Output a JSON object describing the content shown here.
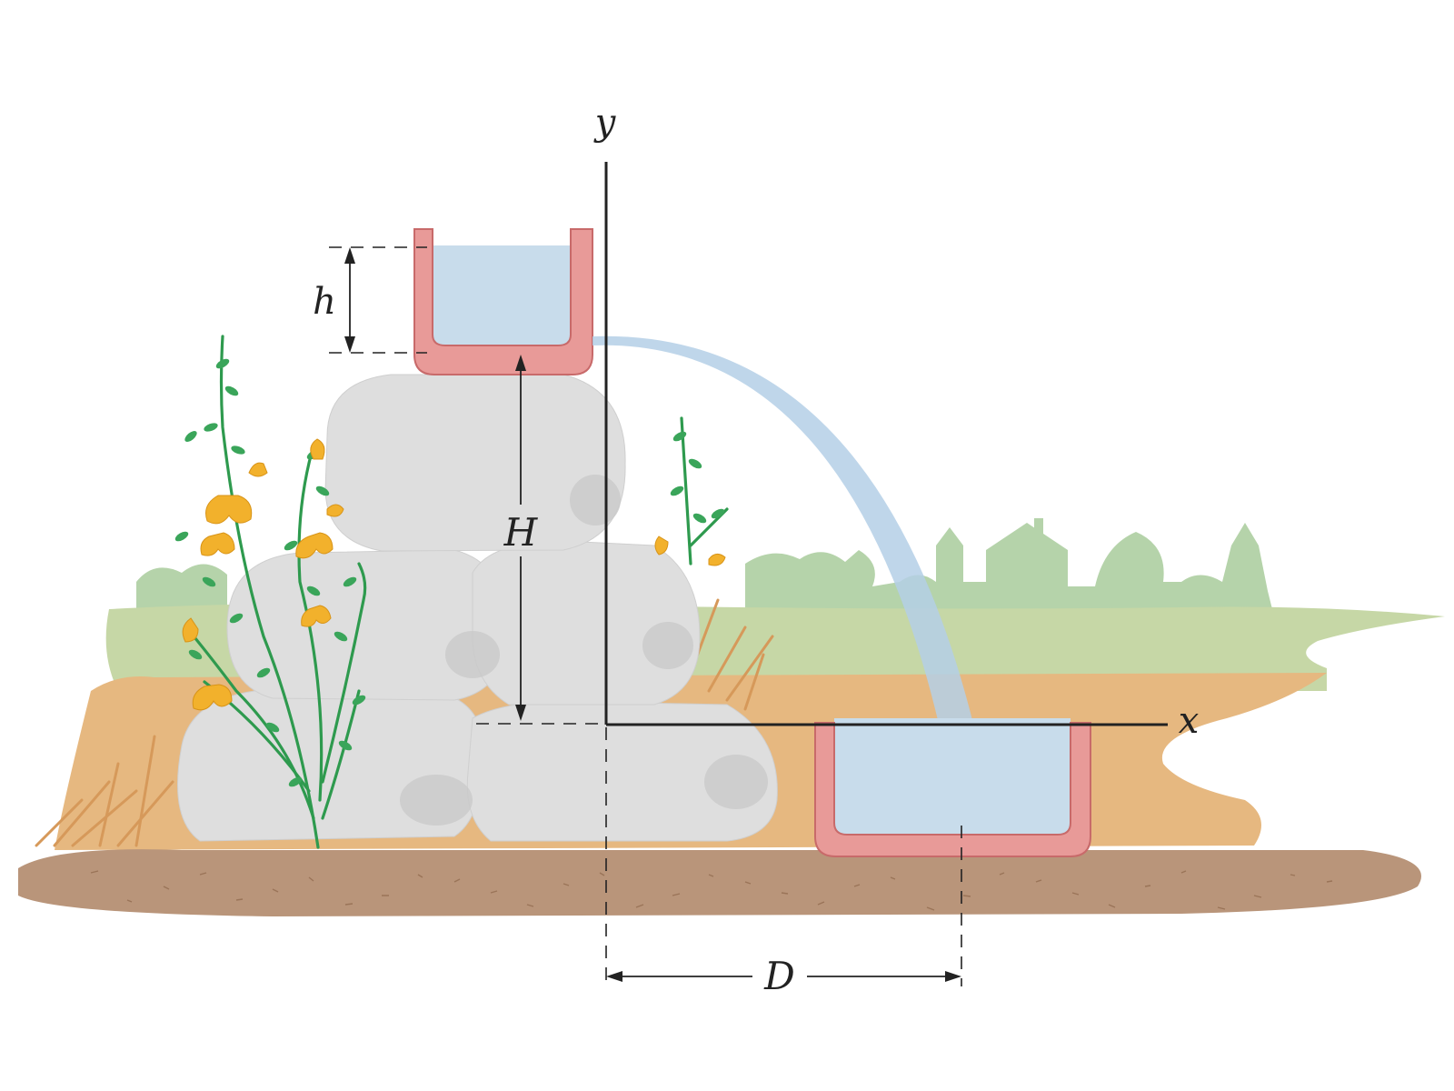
{
  "diagram": {
    "labels": {
      "y_axis": "y",
      "x_axis": "x",
      "tank_depth": "h",
      "drop_height": "H",
      "range": "D"
    },
    "colors": {
      "tank_wall": "#e89a98",
      "tank_wall_edge": "#c86a6a",
      "water": "#c8dceb",
      "water_jet": "#b4cfe6",
      "rock": "#dedede",
      "rock_shadow": "#c3c3c3",
      "ground": "#b9957a",
      "grass_green": "#c6d7a6",
      "grass_orange": "#e6b880",
      "tree_silhouette": "#b5d3aa",
      "shrub_stem": "#2e9a4e",
      "flower": "#f2b12c",
      "axis": "#222222"
    }
  }
}
